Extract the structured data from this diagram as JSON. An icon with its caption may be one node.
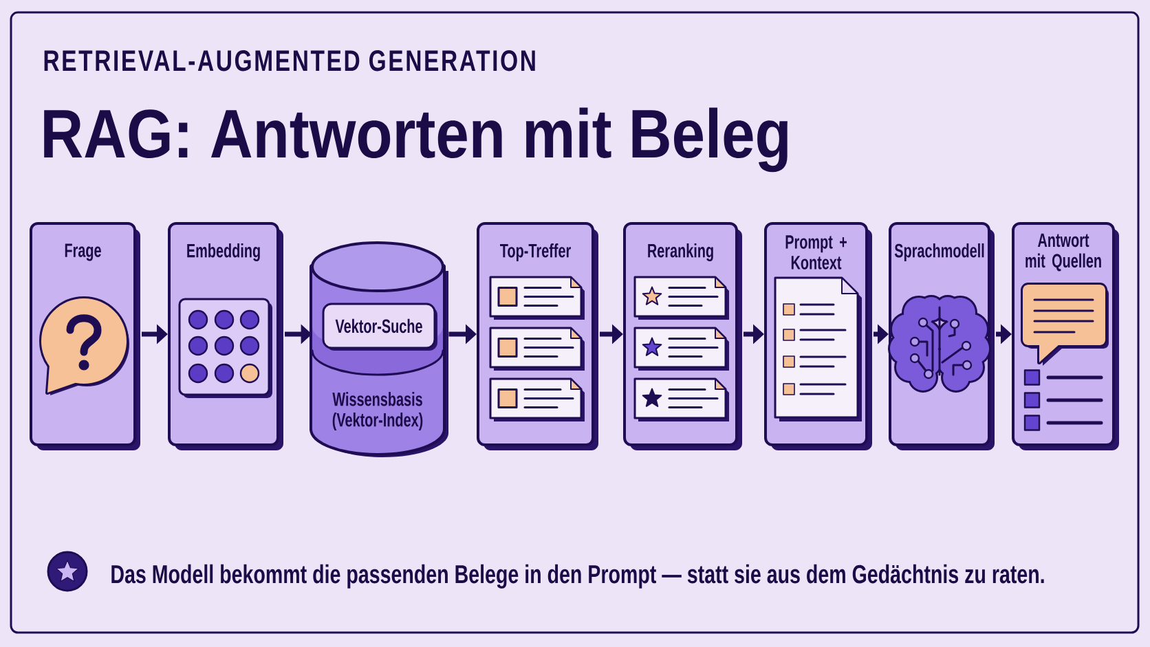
{
  "diagram": {
    "title": "RAG: Antworten mit Beleg",
    "caption": "Das Modell bekommt die passenden Belege in den Prompt — statt sie aus dem Gedächtnis zu raten.",
    "nodes": [
      {
        "text": [
          "Frage"
        ]
      },
      {
        "text": [
          "Embedding"
        ]
      },
      {
        "text": [
          "Wissensbasis (Vektor-Index)"
        ]
      },
      {
        "text": [
          "Vektor-Suche"
        ],
        "in": 2
      },
      {
        "text": [
          "Top-Treffer"
        ]
      },
      {
        "text": [
          "Reranking"
        ]
      },
      {
        "text": [
          "Prompt + Kontext"
        ]
      },
      {
        "text": [
          "Sprachmodell"
        ]
      },
      {
        "text": [
          "Antwort mit Quellen"
        ]
      }
    ],
    "edges": [
      {
        "from": 0,
        "to": 1,
        "arrow": "to"
      },
      {
        "from": 1,
        "to": 2,
        "arrow": "to"
      },
      {
        "from": 2,
        "to": 4,
        "arrow": "to"
      },
      {
        "from": 4,
        "to": 5,
        "arrow": "to"
      },
      {
        "from": 5,
        "to": 6,
        "arrow": "to"
      },
      {
        "from": 6,
        "to": 7,
        "arrow": "to"
      },
      {
        "from": 7,
        "to": 8,
        "arrow": "to"
      }
    ],
    "labels": [
      "RETRIEVAL-AUGMENTED GENERATION"
    ]
  }
}
